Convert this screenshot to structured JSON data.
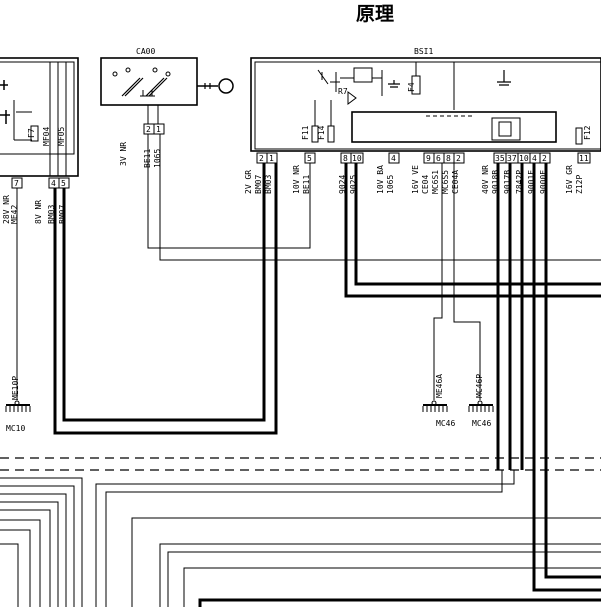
{
  "title": "原理",
  "components": {
    "ca00": {
      "label": "CA00",
      "pins": [
        "2",
        "1"
      ]
    },
    "bsi1": {
      "label": "BSI1",
      "relay": "R7",
      "fuses": [
        "F4",
        "F11",
        "F14",
        "F12"
      ],
      "pins": [
        "2",
        "1",
        "5",
        "8",
        "10",
        "4",
        "9",
        "6",
        "8",
        "2",
        "35",
        "37",
        "10",
        "4",
        "2",
        "11"
      ]
    },
    "left_module": {
      "fuses": [
        "F7"
      ],
      "labels": [
        "MF04",
        "MF05"
      ],
      "pins": [
        "7",
        "4",
        "5"
      ]
    }
  },
  "wire_labels": {
    "left_connector": "3V NR",
    "left_wires": [
      "BE11",
      "1065"
    ],
    "bsi_connectors": [
      "2V GR",
      "10V NR",
      "10V BA",
      "16V VE",
      "40V NR",
      "16V GR"
    ],
    "bsi_wires": [
      "BM07",
      "BM03",
      "BE11",
      "9024",
      "9025",
      "1065",
      "CE04",
      "MC6S1",
      "MC6S5",
      "CE04A",
      "9018B",
      "9017B",
      "7842P",
      "9001E",
      "9000E",
      "Z12P"
    ],
    "left_module_connectors": [
      "28V NR",
      "8V NR"
    ],
    "left_module_wires": [
      "ME42",
      "BM03",
      "BM07",
      "ME10P"
    ]
  },
  "grounds": [
    "MC10",
    "MC46",
    "MC46"
  ],
  "ground_wires": [
    "ME46A",
    "MC46P"
  ]
}
